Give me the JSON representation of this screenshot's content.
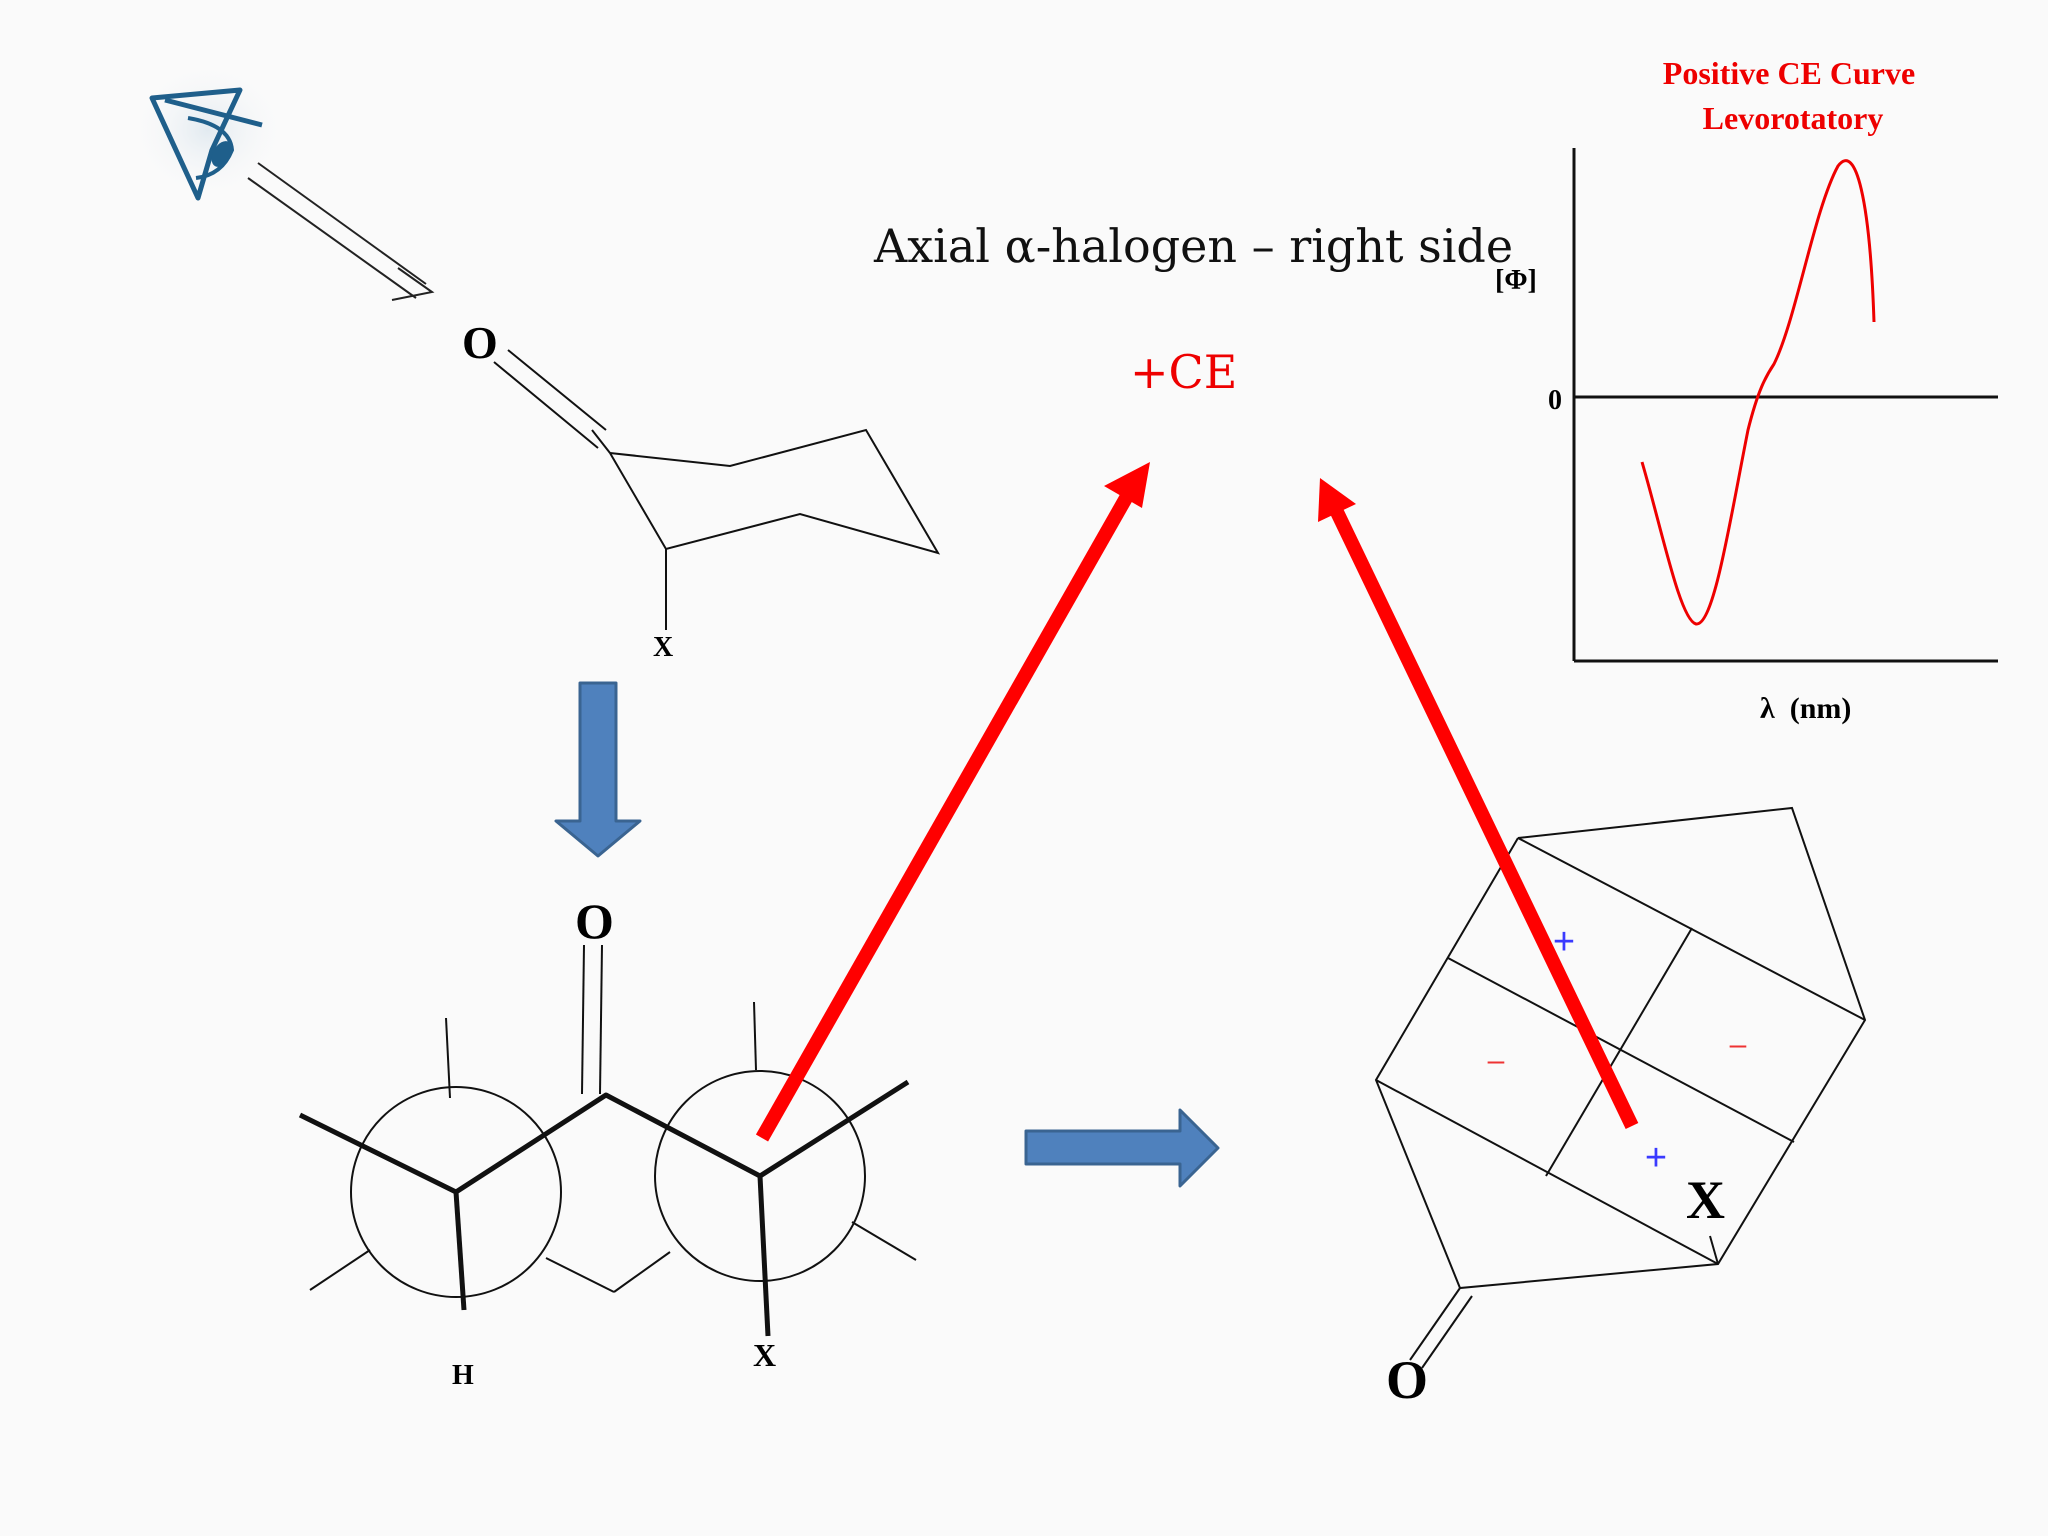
{
  "title": "Axial α-halogen – right side",
  "ce_label": "+CE",
  "curve": {
    "title_line1": "Positive CE Curve",
    "title_line2": "Levorotatory",
    "ylabel": "[Φ]",
    "zero_label": "0",
    "xlabel": "λ  (nm)"
  },
  "atoms": {
    "top_oxygen": "O",
    "top_halogen": "X",
    "newman_oxygen": "O",
    "newman_hydrogen": "H",
    "newman_halogen": "X",
    "octant_halogen": "X",
    "octant_oxygen": "O"
  },
  "octant_signs": {
    "upper_left": "+",
    "left": "–",
    "right": "–",
    "lower": "+"
  },
  "colors": {
    "red_arrow": "#ff0000",
    "blue_arrow": "#4f81bd",
    "curve": "#ee0000",
    "eye": "#1f5f8b"
  }
}
